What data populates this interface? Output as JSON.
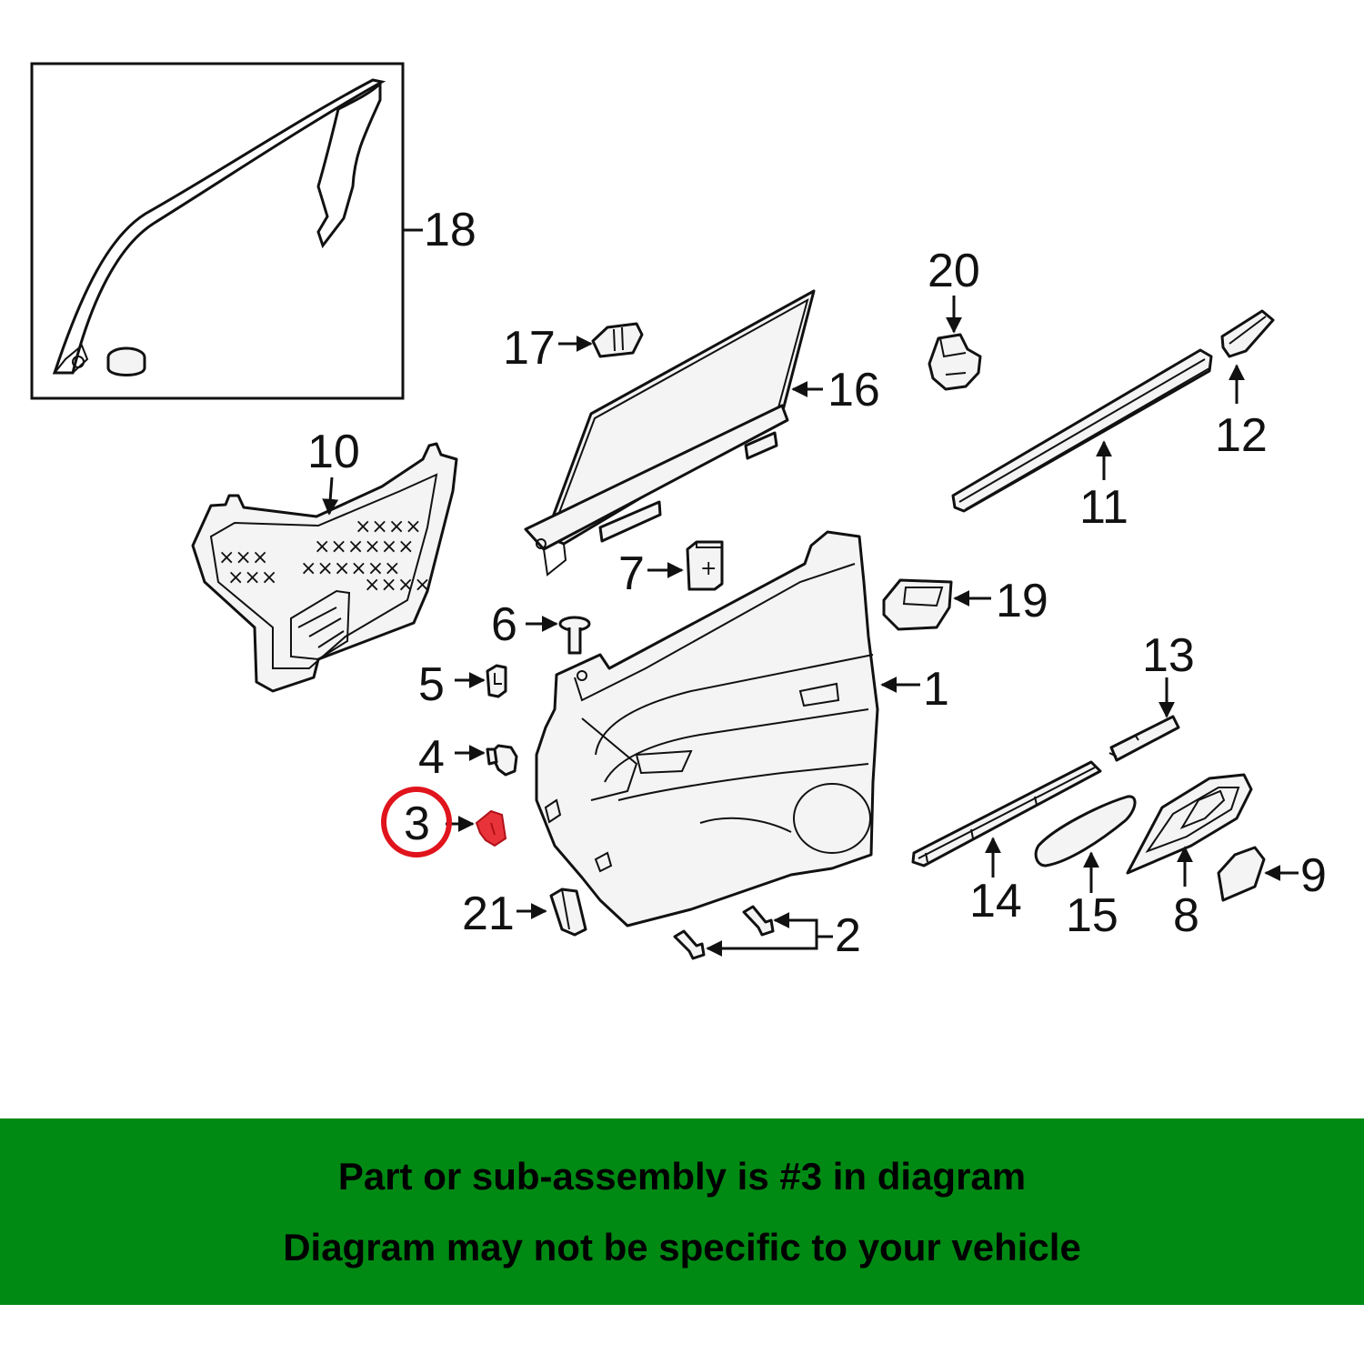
{
  "callouts": {
    "c1": "1",
    "c2": "2",
    "c3": "3",
    "c4": "4",
    "c5": "5",
    "c6": "6",
    "c7": "7",
    "c8": "8",
    "c9": "9",
    "c10": "10",
    "c11": "11",
    "c12": "12",
    "c13": "13",
    "c14": "14",
    "c15": "15",
    "c16": "16",
    "c17": "17",
    "c18": "18",
    "c19": "19",
    "c20": "20",
    "c21": "21"
  },
  "highlight": {
    "part": "3",
    "circle_color": "#e0141c",
    "part_color": "#e8333a"
  },
  "banner": {
    "background": "#008a14",
    "line1": "Part or sub-assembly is #3 in diagram",
    "line2": "Diagram may not be specific to your vehicle"
  }
}
